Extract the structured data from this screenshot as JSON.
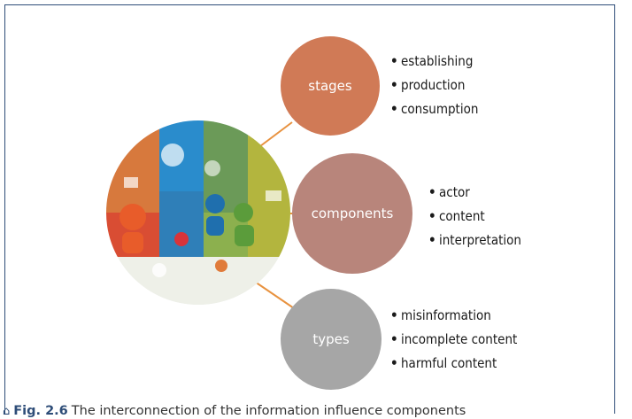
{
  "nodes": [
    {
      "label": "stages",
      "color": "#d07a56",
      "items": [
        "establishing",
        "production",
        "consumption"
      ]
    },
    {
      "label": "components",
      "color": "#b8857b",
      "items": [
        "actor",
        "content",
        "interpretation"
      ]
    },
    {
      "label": "types",
      "color": "#a6a6a6",
      "items": [
        "misinformation",
        "incomplete content",
        "harmful content"
      ]
    }
  ],
  "connector_color": "#e8923f",
  "bullet": "•",
  "caption": {
    "icon": "house-icon",
    "number": "Fig. 2.6",
    "text": "The interconnection of the information influence components"
  }
}
